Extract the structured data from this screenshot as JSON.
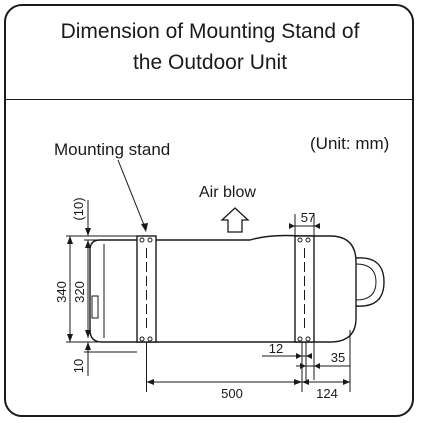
{
  "title_line1": "Dimension of Mounting Stand of",
  "title_line2": "the Outdoor Unit",
  "unit_note": "(Unit: mm)",
  "callout_label": "Mounting stand",
  "airflow_label": "Air blow",
  "dimensions": {
    "top_offset": "(10)",
    "overall_depth": "340",
    "inner_depth": "320",
    "bottom_offset": "10",
    "stand_width": "57",
    "slot_gap": "12",
    "slot_offset": "35",
    "stand_spacing": "500",
    "side_extension": "124"
  },
  "colors": {
    "line": "#1a1a1a",
    "background": "#ffffff"
  }
}
